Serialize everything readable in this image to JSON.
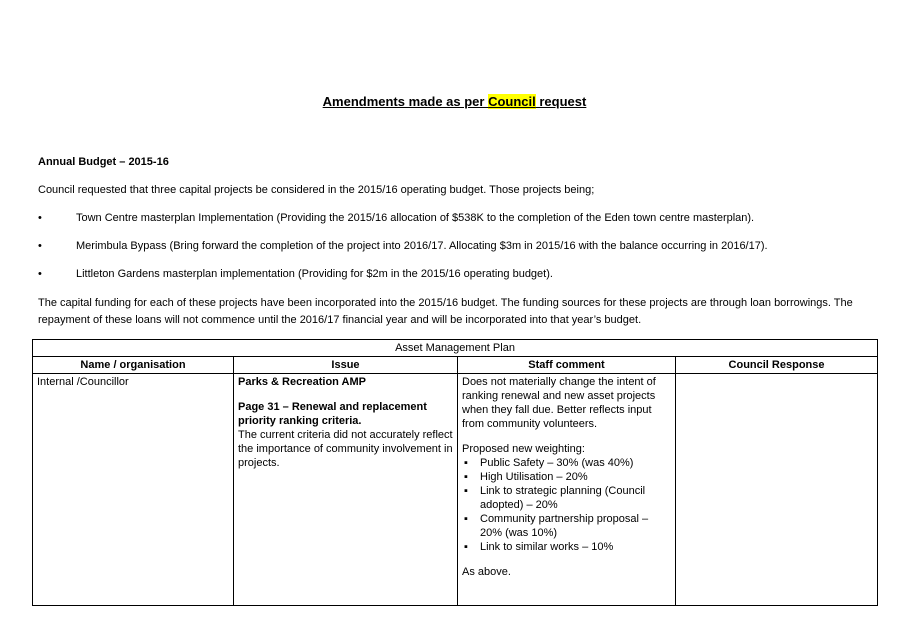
{
  "title": {
    "before": "Amendments made as per ",
    "highlight": "Council",
    "after": " request"
  },
  "section_heading": "Annual Budget – 2015-16",
  "intro": "Council requested that three capital projects be considered in the 2015/16 operating budget. Those projects being;",
  "bullet_symbol": "•",
  "bullets": [
    "Town Centre masterplan Implementation (Providing the 2015/16 allocation of $538K to the completion of the Eden town centre masterplan).",
    "Merimbula Bypass (Bring forward the completion of the project into 2016/17. Allocating $3m in 2015/16 with the balance occurring in 2016/17).",
    "Littleton Gardens masterplan implementation (Providing for $2m in the 2015/16 operating budget)."
  ],
  "funding_paragraph": "The capital funding for each of these projects have been incorporated into the 2015/16 budget. The funding sources for these projects are through loan borrowings. The repayment of these loans will not commence until the 2016/17 financial year and will be incorporated into that year’s budget.",
  "table": {
    "caption": "Asset Management Plan",
    "headers": [
      "Name / organisation",
      "Issue",
      "Staff comment",
      "Council Response"
    ],
    "row": {
      "name": "Internal /Councillor",
      "issue_title": "Parks & Recreation AMP",
      "issue_subtitle": "Page 31 – Renewal and replacement priority ranking criteria.",
      "issue_text": "The current criteria did not accurately reflect the importance of community involvement in projects.",
      "staff_intro": "Does not materially change the intent of ranking renewal and new asset projects when they fall due. Better reflects input from community volunteers.",
      "staff_weighting_label": "Proposed new weighting:",
      "staff_weightings": [
        "Public Safety – 30% (was 40%)",
        "High Utilisation – 20%",
        "Link to strategic planning (Council adopted) – 20%",
        "Community partnership proposal – 20% (was 10%)",
        "Link to similar works – 10%"
      ],
      "staff_closing": "As above.",
      "council_response": ""
    }
  }
}
